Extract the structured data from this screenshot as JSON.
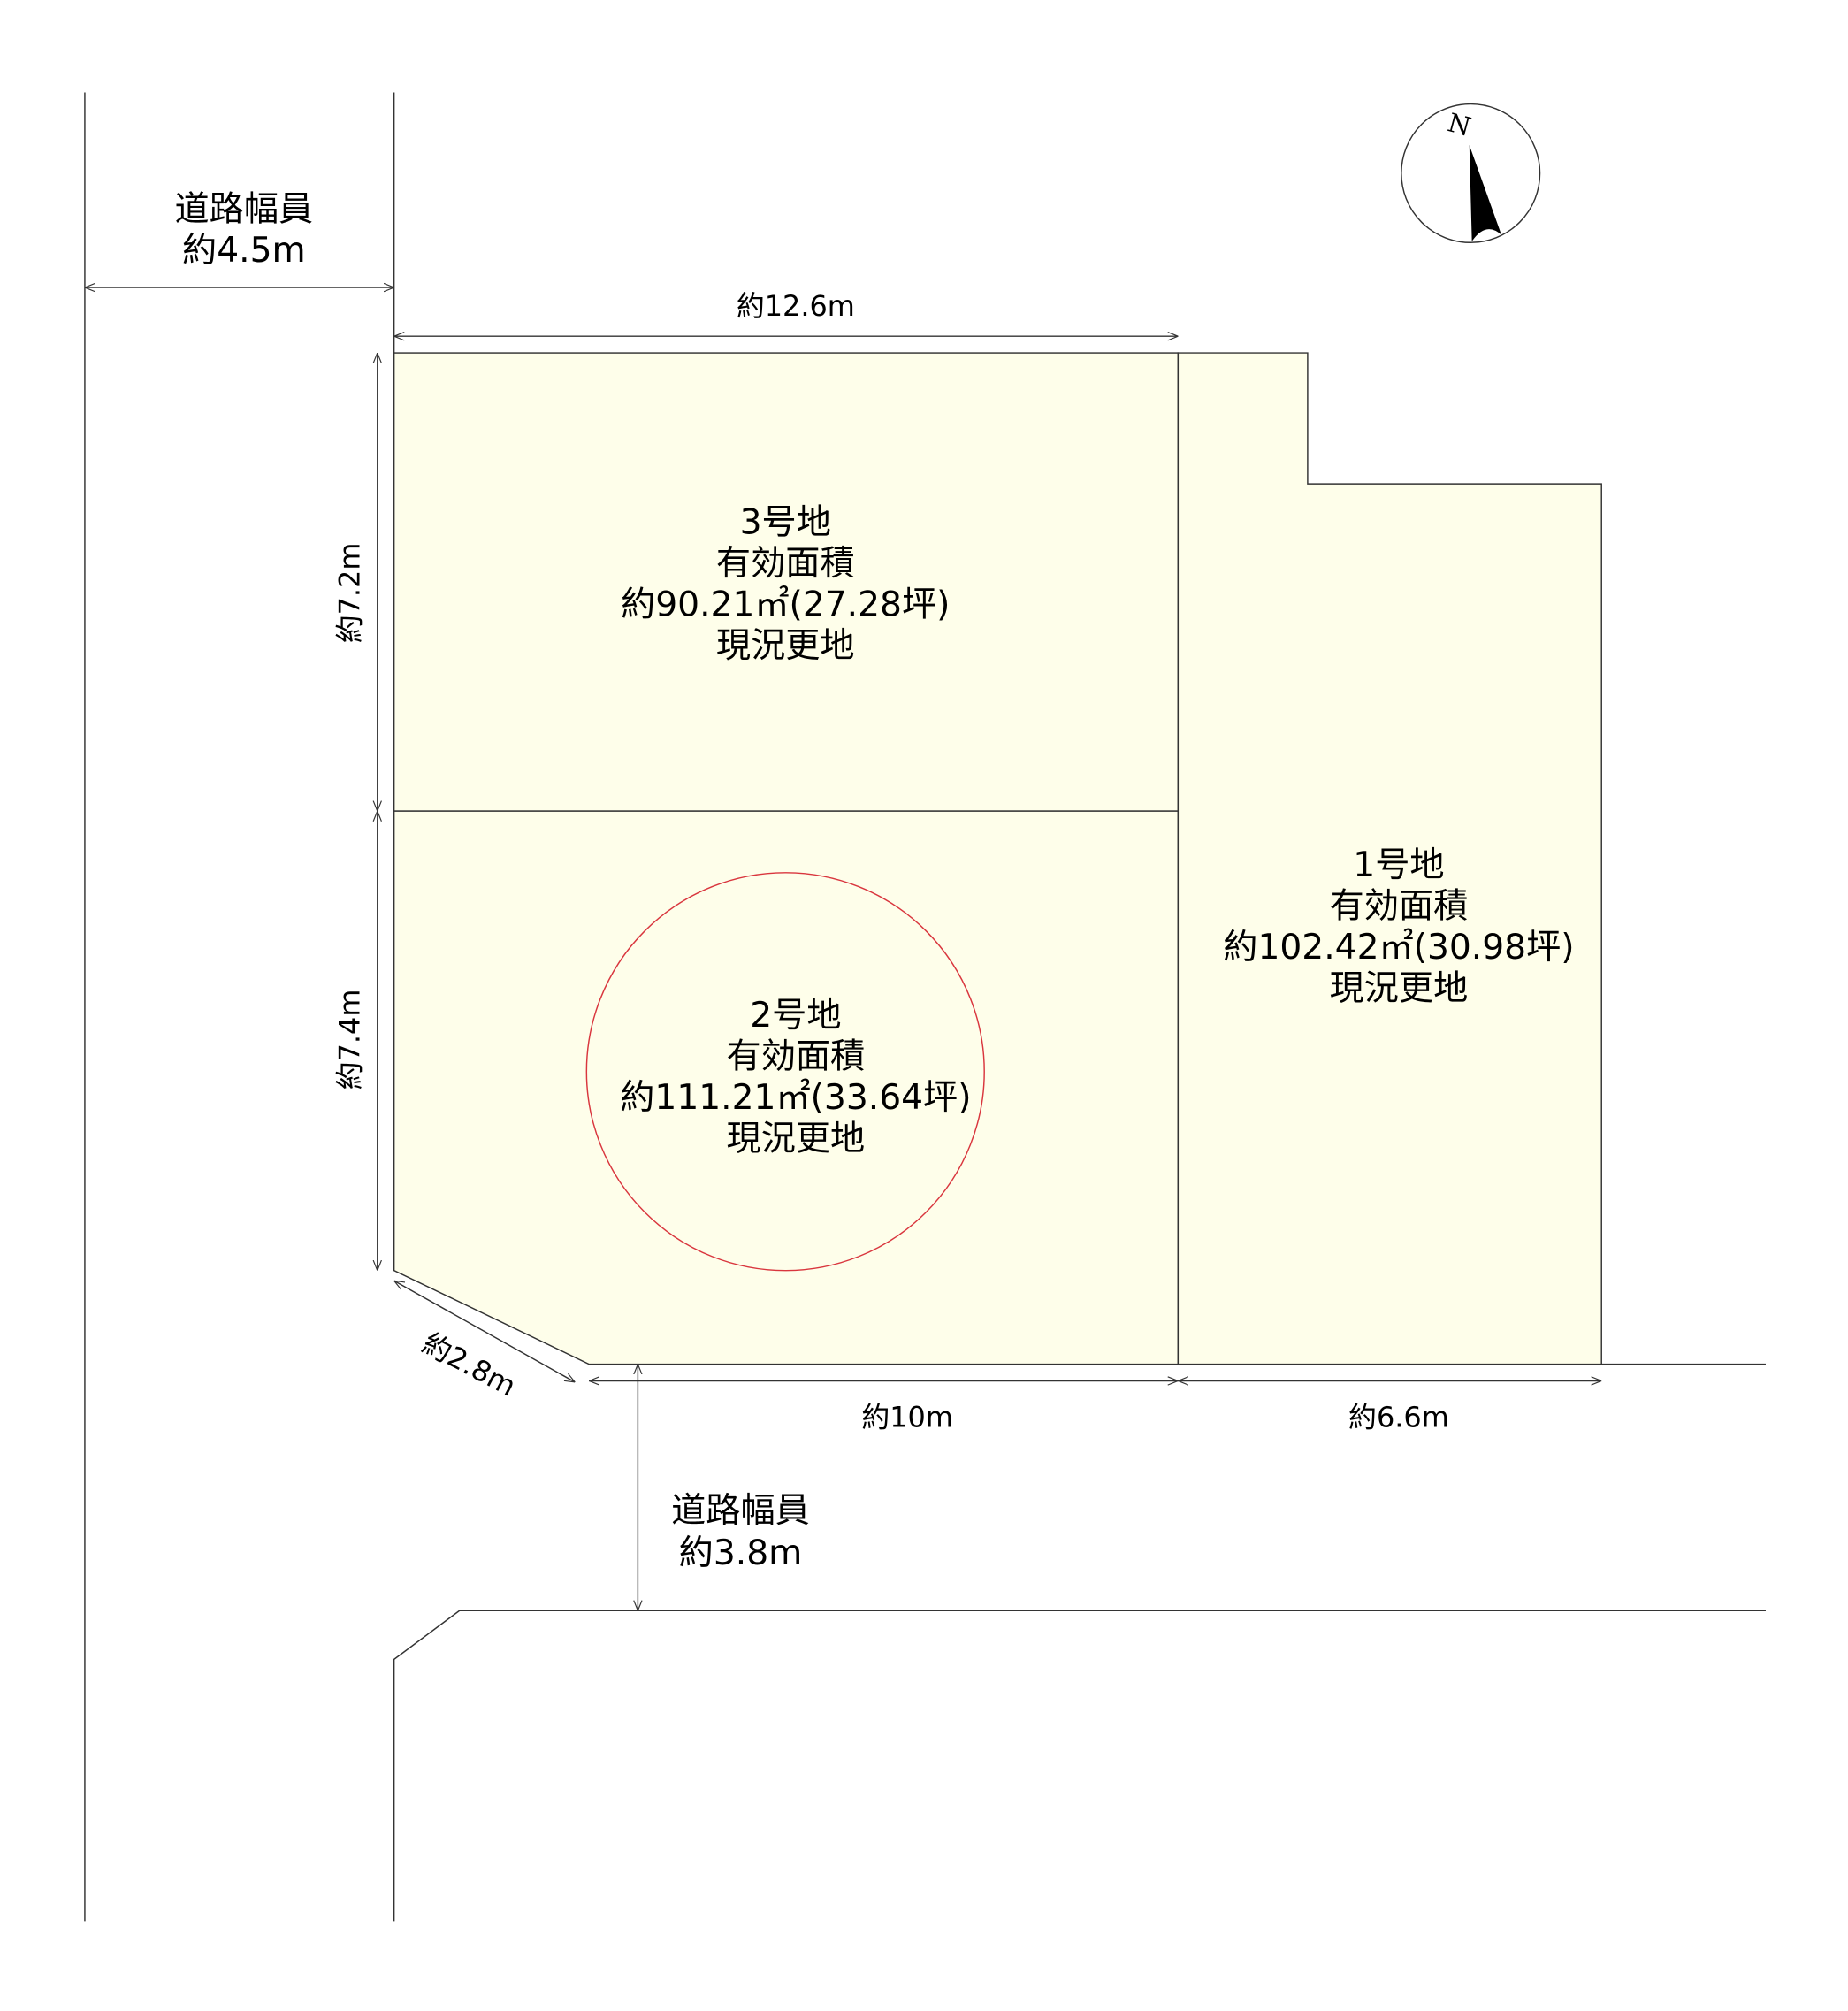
{
  "colors": {
    "lot_fill": "#fefeea",
    "highlight": "#d9363e",
    "line": "#333333"
  },
  "compass": {
    "label": "N"
  },
  "roads": {
    "west": {
      "title": "道路幅員",
      "width": "約4.5m"
    },
    "south": {
      "title": "道路幅員",
      "width": "約3.8m"
    }
  },
  "dimensions": {
    "top": "約12.6m",
    "left_upper": "約7.2m",
    "left_lower": "約7.4m",
    "corner": "約2.8m",
    "bottom_left": "約10m",
    "bottom_right": "約6.6m"
  },
  "lots": [
    {
      "name": "1号地",
      "area_label": "有効面積",
      "area": "約102.42㎡(30.98坪)",
      "status": "現況更地"
    },
    {
      "name": "2号地",
      "area_label": "有効面積",
      "area": "約111.21㎡(33.64坪)",
      "status": "現況更地"
    },
    {
      "name": "3号地",
      "area_label": "有効面積",
      "area": "約90.21㎡(27.28坪)",
      "status": "現況更地"
    }
  ]
}
